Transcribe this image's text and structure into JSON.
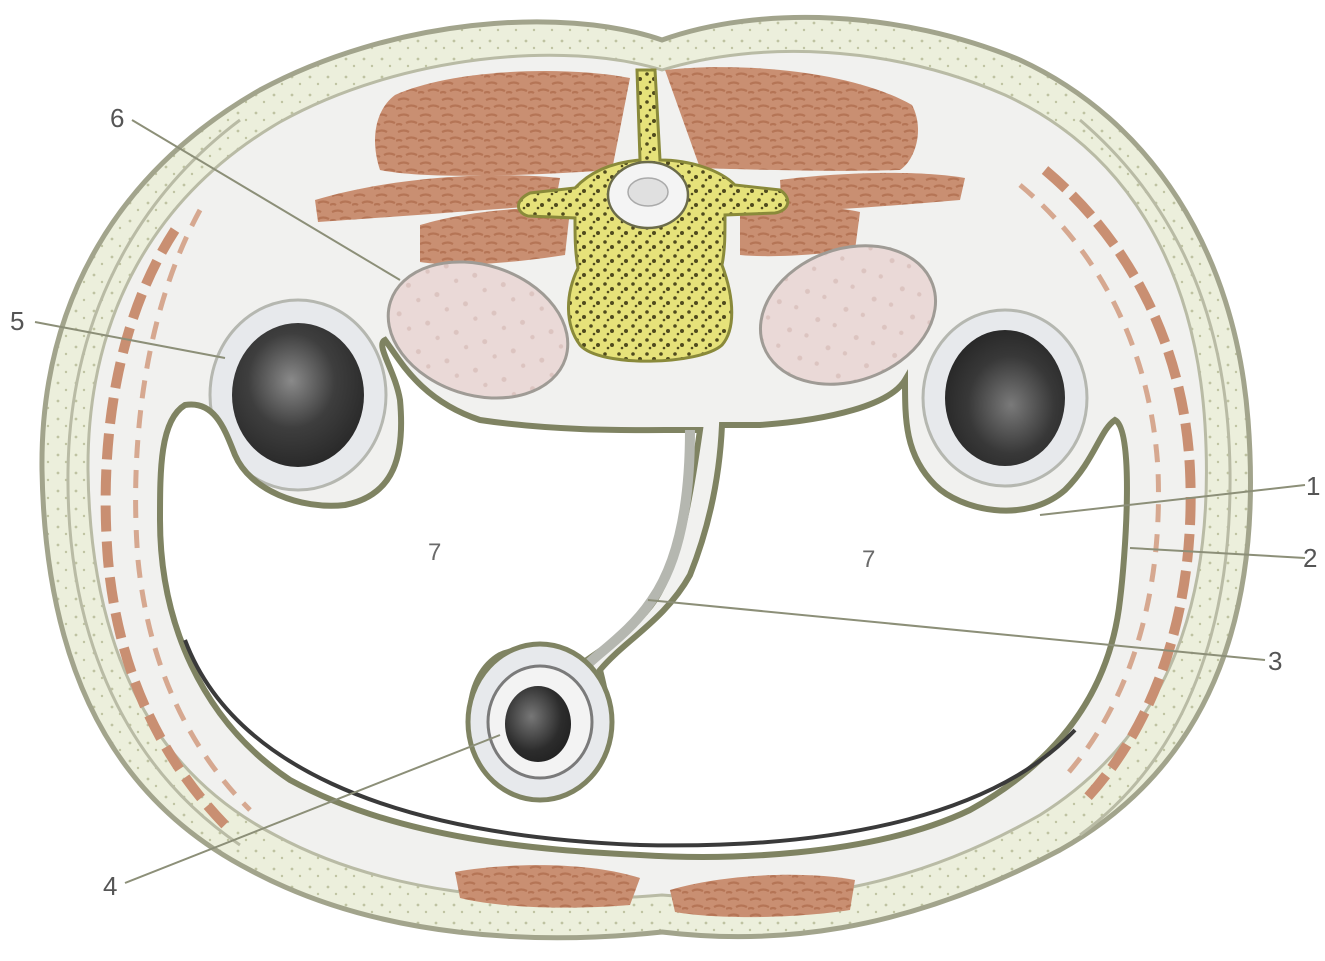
{
  "figure": {
    "labels": {
      "l1": "1",
      "l2": "2",
      "l3": "3",
      "l4": "4",
      "l5": "5",
      "l6": "6",
      "l7_left": "7",
      "l7_right": "7"
    },
    "colors": {
      "background": "#ffffff",
      "skin_outline": "#a2a48c",
      "skin_fill": "#ecefdc",
      "outline_dark": "#7f8362",
      "muscle": "#c98f72",
      "muscle_texture": "#b57556",
      "pale_tissue": "#e4e6ea",
      "bone": "#e6e27a",
      "bone_outline": "#8a8a3a",
      "bone_dots": "#4f4a1e",
      "node_fill": "#ead9d7",
      "lumen": "#3a3a3a",
      "leader_line": "#8c8f78",
      "label_text": "#555555"
    }
  }
}
